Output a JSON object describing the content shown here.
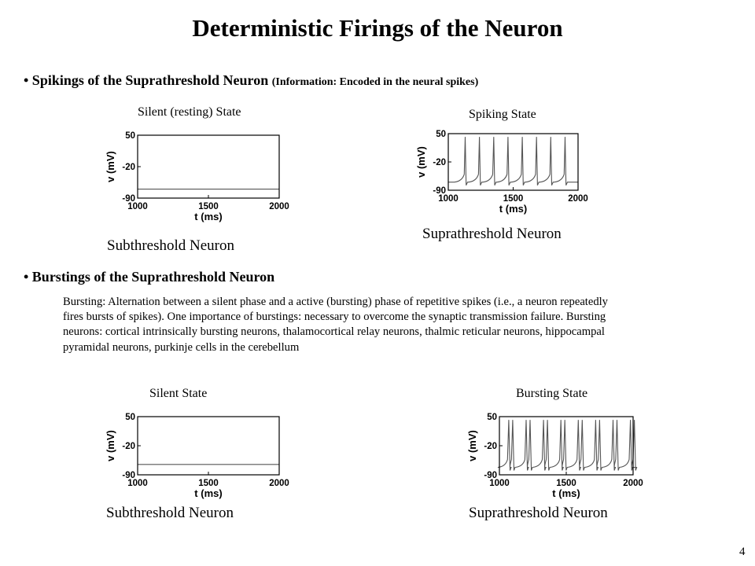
{
  "title": "Deterministic Firings of the Neuron",
  "section1": {
    "bullet": "• Spikings of the Suprathreshold Neuron",
    "note": "(Information: Encoded in the neural spikes)"
  },
  "section2": {
    "bullet": "• Burstings of the Suprathreshold Neuron",
    "paragraph": "Bursting: Alternation between a silent phase and a active (bursting) phase of repetitive spikes (i.e., a neuron repeatedly fires bursts of spikes). One importance of burstings: necessary to overcome the synaptic transmission failure. Bursting neurons: cortical intrinsically bursting neurons, thalamocortical relay neurons, thalmic reticular neurons, hippocampal pyramidal neurons, purkinje cells in the cerebellum"
  },
  "page_number": "4",
  "chart_data": [
    {
      "type": "line",
      "state_label": "Silent (resting) State",
      "caption": "Subthreshold Neuron",
      "xlabel": "t (ms)",
      "ylabel": "v (mV)",
      "xlim": [
        1000,
        2000
      ],
      "ylim": [
        -90,
        50
      ],
      "xticks": [
        1000,
        1500,
        2000
      ],
      "yticks": [
        50,
        -20,
        -90
      ],
      "resting_v": -70,
      "spikes": [],
      "burst_size": 0
    },
    {
      "type": "line",
      "state_label": "Spiking State",
      "caption": "Suprathreshold Neuron",
      "xlabel": "t (ms)",
      "ylabel": "v (mV)",
      "xlim": [
        1000,
        2000
      ],
      "ylim": [
        -90,
        50
      ],
      "xticks": [
        1000,
        1500,
        2000
      ],
      "yticks": [
        50,
        -20,
        -90
      ],
      "resting_v": -70,
      "spikes": [
        1130,
        1240,
        1350,
        1460,
        1570,
        1680,
        1790,
        1900
      ],
      "burst_size": 1
    },
    {
      "type": "line",
      "state_label": "Silent State",
      "caption": "Subthreshold Neuron",
      "xlabel": "t (ms)",
      "ylabel": "v (mV)",
      "xlim": [
        1000,
        2000
      ],
      "ylim": [
        -90,
        50
      ],
      "xticks": [
        1000,
        1500,
        2000
      ],
      "yticks": [
        50,
        -20,
        -90
      ],
      "resting_v": -65,
      "spikes": [],
      "burst_size": 0
    },
    {
      "type": "line",
      "state_label": "Bursting State",
      "caption": "Suprathreshold Neuron",
      "xlabel": "t (ms)",
      "ylabel": "v (mV)",
      "xlim": [
        1000,
        2000
      ],
      "ylim": [
        -90,
        50
      ],
      "xticks": [
        1000,
        1500,
        2000
      ],
      "yticks": [
        50,
        -20,
        -90
      ],
      "resting_v": -72,
      "spikes": [
        1070,
        1200,
        1330,
        1460,
        1590,
        1720,
        1850,
        1980
      ],
      "burst_size": 2
    }
  ]
}
